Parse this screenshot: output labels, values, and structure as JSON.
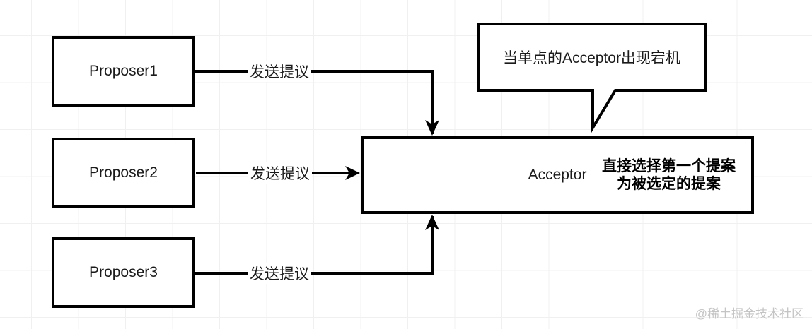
{
  "diagram": {
    "proposers": [
      {
        "label": "Proposer1"
      },
      {
        "label": "Proposer2"
      },
      {
        "label": "Proposer3"
      }
    ],
    "edges": [
      {
        "label": "发送提议"
      },
      {
        "label": "发送提议"
      },
      {
        "label": "发送提议"
      }
    ],
    "acceptor": {
      "label": "Acceptor",
      "note_line1": "直接选择第一个提案",
      "note_line2": "为被选定的提案"
    },
    "callout": {
      "text": "当单点的Acceptor出现宕机"
    },
    "watermark": "@稀土掘金技术社区",
    "colors": {
      "stroke": "#000000",
      "grid": "#f0f0f0",
      "background": "#ffffff",
      "watermark_text": "#c4c4c4"
    }
  }
}
